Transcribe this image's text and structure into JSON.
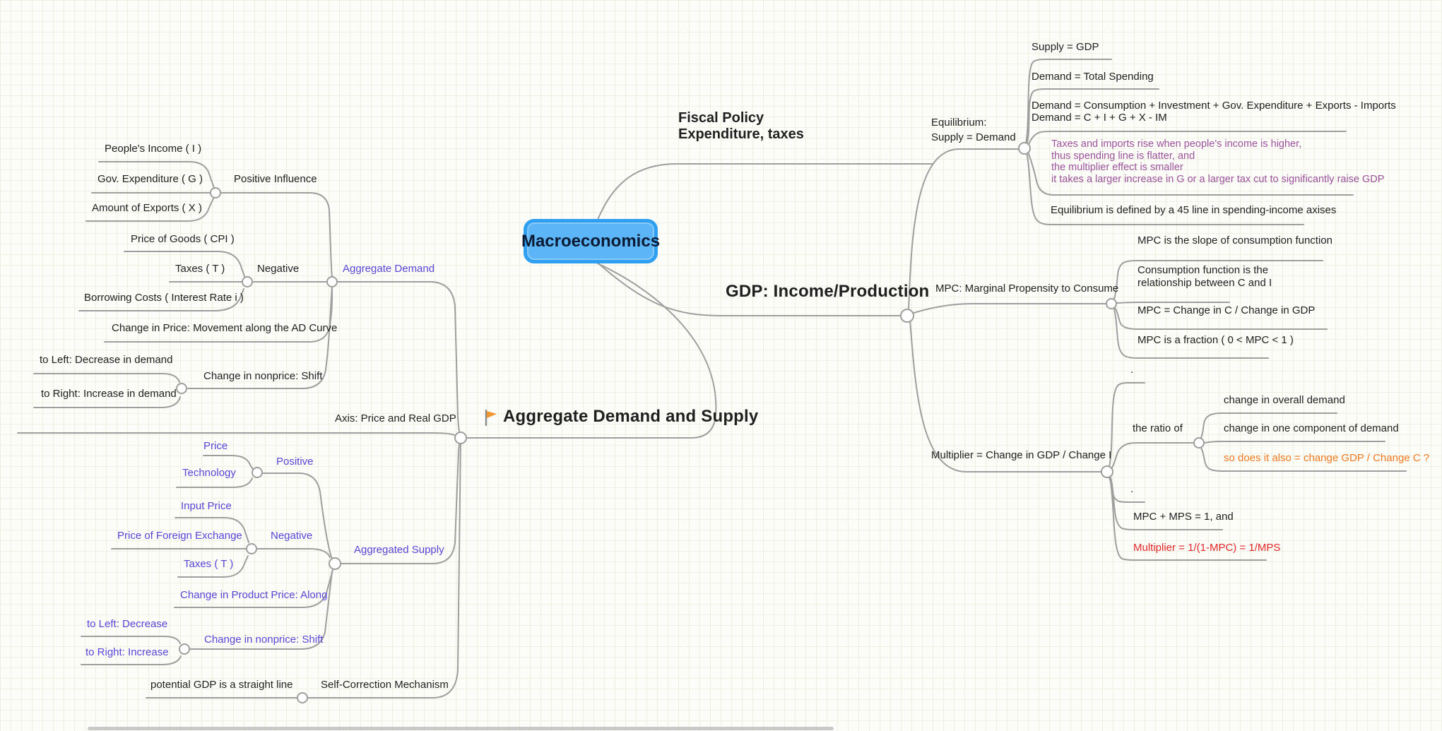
{
  "app": {
    "kind": "mind-map-canvas"
  },
  "colors": {
    "node_border": "#2F9FF2",
    "node_fill": "#5BB5F6",
    "connector": "#9E9E9E",
    "branch_purple": "#5746D6",
    "note_plum": "#9C529C",
    "highlight_orange": "#F07A22",
    "formula_red": "#E32828",
    "flag_icon_color": "#F0962E"
  },
  "root": {
    "label": "Macroeconomics"
  },
  "fiscal": {
    "title": "Fiscal Policy\nExpenditure, taxes"
  },
  "gdp": {
    "title": "GDP: Income/Production",
    "equilibrium": {
      "label": "Equilibrium:\nSupply = Demand",
      "supply_gdp": "Supply = GDP",
      "demand_spending": "Demand = Total Spending",
      "demand_full": "Demand = Consumption + Investment + Gov. Expenditure + Exports - Imports\nDemand = C + I + G + X - IM",
      "note": "Taxes and imports rise when people's income is higher,\nthus spending line is flatter, and\nthe multiplier effect is smaller\nit takes a larger increase in G or a larger tax cut to significantly raise GDP",
      "eq45": "Equilibrium is defined by a 45 line in spending-income axises"
    },
    "mpc": {
      "label": "MPC: Marginal Propensity to Consume",
      "slope": "MPC is the slope of consumption function",
      "consumption_fn": "Consumption function is the\nrelationship between C and I",
      "formula": "MPC = Change in C / Change in  GDP",
      "fraction": "MPC is a fraction (  0 < MPC < 1 )"
    },
    "multiplier": {
      "label": "Multiplier = Change in GDP / Change I",
      "dot1": ".",
      "ratio": "the ratio of",
      "overall": "change in overall demand",
      "component": "change in one component of demand",
      "also": "so does it also = change GDP / Change C ?",
      "dot2": ".",
      "mpc_mps": "MPC + MPS = 1, and",
      "formula": "Multiplier = 1/(1-MPC) = 1/MPS"
    }
  },
  "ads": {
    "title": "Aggregate Demand and Supply",
    "axis": "Axis: Price and Real GDP",
    "demand": {
      "label": "Aggregate Demand",
      "positive_influence": "Positive Influence",
      "peoples_income": "People's Income ( I )",
      "gov_expenditure": "Gov. Expenditure ( G )",
      "exports": "Amount of Exports ( X )",
      "negative": "Negative",
      "price_goods": "Price of Goods ( CPI )",
      "taxes": "Taxes ( T )",
      "borrowing": "Borrowing Costs ( Interest Rate i )",
      "change_price": "Change in Price: Movement along the AD Curve",
      "to_left": "to Left: Decrease in demand",
      "to_right": "to Right: Increase in demand",
      "change_nonprice": "Change in nonprice: Shift"
    },
    "supply": {
      "label": "Aggregated Supply",
      "positive": "Positive",
      "price": "Price",
      "technology": "Technology",
      "negative": "Negative",
      "input_price": "Input Price",
      "foreign_exchange": "Price of Foreign Exchange",
      "taxes": "Taxes ( T )",
      "change_product_price": "Change in Product Price: Along",
      "to_left": "to Left: Decrease",
      "to_right": "to Right: Increase",
      "change_nonprice": "Change in nonprice: Shift"
    },
    "self_correction": {
      "label": "Self-Correction Mechanism",
      "potential_gdp": "potential GDP is a straight line"
    }
  }
}
